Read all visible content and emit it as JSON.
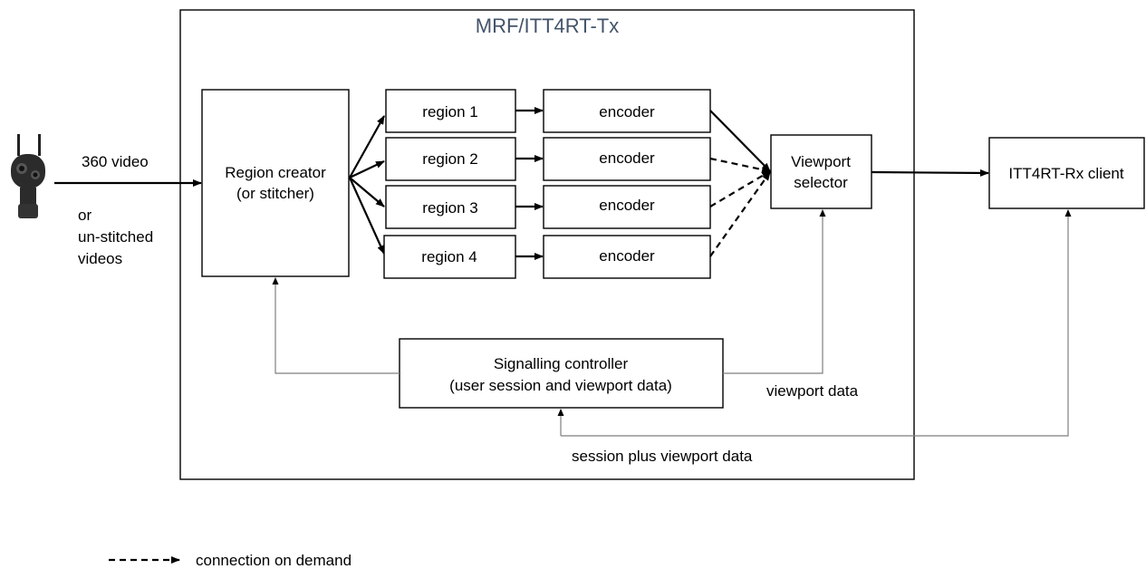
{
  "title": "MRF/ITT4RT-Tx",
  "camera": {
    "icon": "360-camera-icon"
  },
  "input": {
    "label_main": "360 video",
    "label_or": "or",
    "label_line2": "un-stitched",
    "label_line3": "videos"
  },
  "region_creator": {
    "line1": "Region creator",
    "line2": "(or stitcher)"
  },
  "regions": [
    "region 1",
    "region 2",
    "region 3",
    "region 4"
  ],
  "encoders": [
    "encoder",
    "encoder",
    "encoder",
    "encoder"
  ],
  "viewport_selector": {
    "line1": "Viewport",
    "line2": "selector"
  },
  "client": {
    "label": "ITT4RT-Rx client"
  },
  "signalling": {
    "line1": "Signalling controller",
    "line2": "(user session and viewport data)"
  },
  "flows": {
    "viewport_data": "viewport data",
    "session_plus_viewport": "session plus viewport data"
  },
  "legend": {
    "dashed_label": "connection on demand"
  },
  "colors": {
    "title": "#44546A",
    "stroke": "#000000",
    "feedback_line": "#7f7f7f"
  }
}
